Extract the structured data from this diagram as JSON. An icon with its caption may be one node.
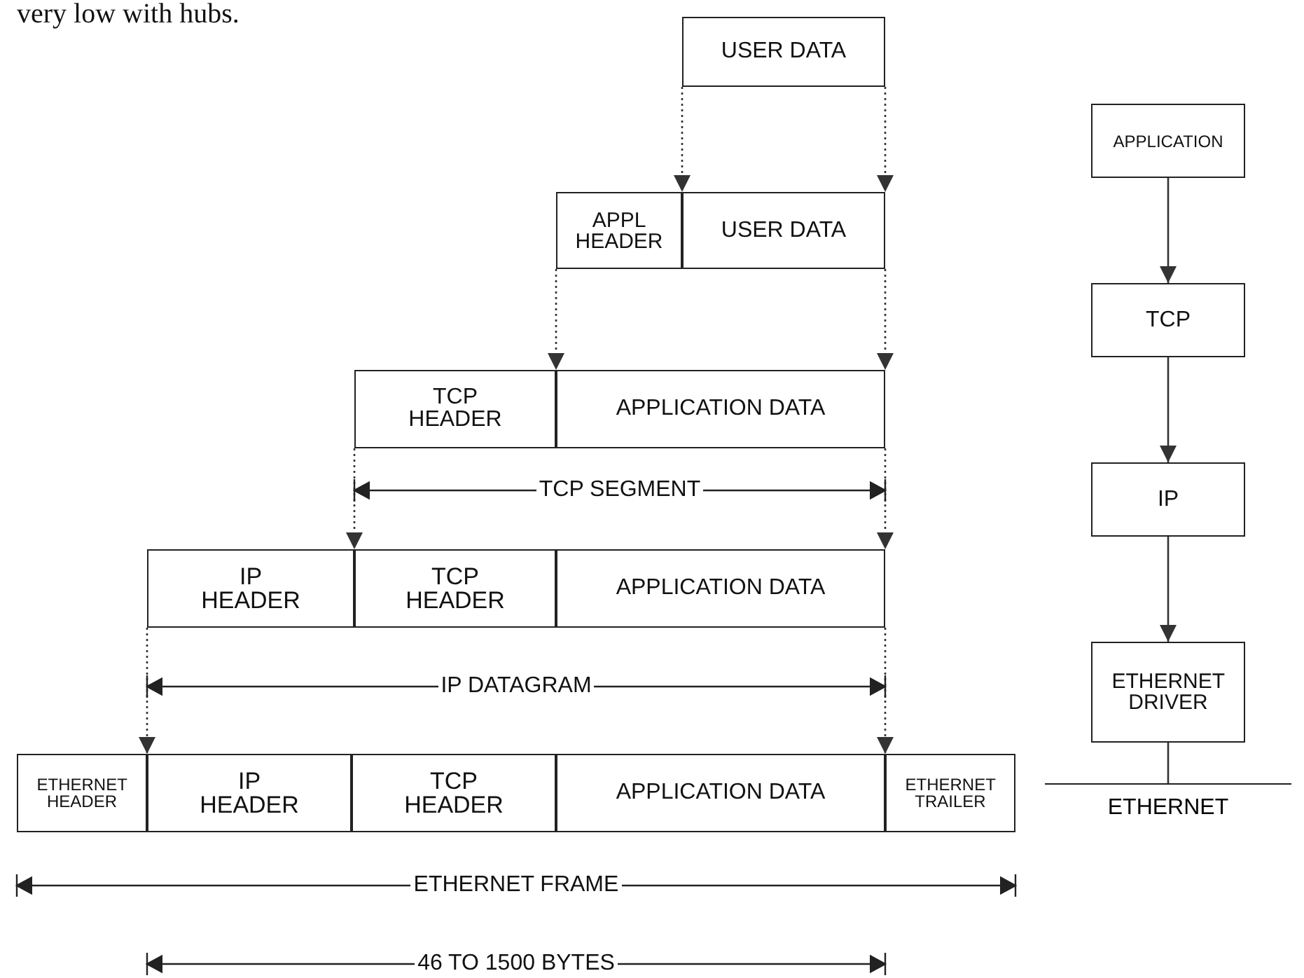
{
  "diagram": {
    "nodes": [
      {
        "text": [
          "USER DATA"
        ]
      },
      {
        "text": [
          "APPL HEADER"
        ]
      },
      {
        "text": [
          "USER DATA"
        ]
      },
      {
        "text": [
          "TCP HEADER"
        ]
      },
      {
        "text": [
          "APPLICATION DATA"
        ]
      },
      {
        "text": [
          "IP HEADER"
        ]
      },
      {
        "text": [
          "TCP HEADER"
        ]
      },
      {
        "text": [
          "APPLICATION DATA"
        ]
      },
      {
        "text": [
          "ETHERNET HEADER"
        ]
      },
      {
        "text": [
          "IP HEADER"
        ]
      },
      {
        "text": [
          "TCP HEADER"
        ]
      },
      {
        "text": [
          "APPLICATION DATA"
        ]
      },
      {
        "text": [
          "ETHERNET TRAILER"
        ]
      },
      {
        "text": [
          "APPLICATION"
        ]
      },
      {
        "text": [
          "TCP"
        ]
      },
      {
        "text": [
          "IP"
        ]
      },
      {
        "text": [
          "ETHERNET DRIVER"
        ]
      },
      {
        "text": [
          "ETHERNET"
        ]
      }
    ],
    "edges": [
      {
        "from": 0,
        "to": 2,
        "arrow": "to",
        "style": "dashed"
      },
      {
        "from": 0,
        "to": 2,
        "arrow": "to",
        "style": "dashed"
      },
      {
        "from": 1,
        "to": 4,
        "arrow": "to",
        "style": "dashed"
      },
      {
        "from": 2,
        "to": 4,
        "arrow": "to",
        "style": "dashed"
      },
      {
        "from": 3,
        "to": 6,
        "arrow": "to",
        "style": "dashed"
      },
      {
        "from": 4,
        "to": 7,
        "arrow": "to",
        "style": "dashed"
      },
      {
        "from": 5,
        "to": 9,
        "arrow": "to",
        "style": "dashed"
      },
      {
        "from": 7,
        "to": 11,
        "arrow": "to",
        "style": "dashed"
      },
      {
        "from": 13,
        "to": 14,
        "arrow": "to"
      },
      {
        "from": 14,
        "to": 15,
        "arrow": "to"
      },
      {
        "from": 15,
        "to": 16,
        "arrow": "to"
      },
      {
        "from": 16,
        "to": 17,
        "arrow": "none"
      }
    ],
    "labels": [
      "very low with hubs.",
      "TCP SEGMENT",
      "IP DATAGRAM",
      "ETHERNET FRAME",
      "46 TO 1500 BYTES"
    ]
  }
}
